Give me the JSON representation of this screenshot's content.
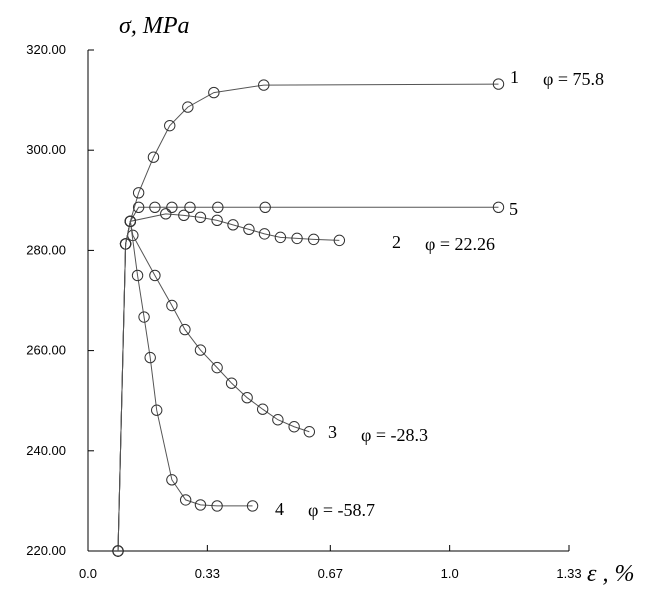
{
  "chart_data": {
    "type": "line",
    "ylabel": "σ, MPa",
    "xlabel": "ε , %",
    "xlim": [
      0.0,
      1.33
    ],
    "ylim": [
      220,
      320
    ],
    "xticks": [
      "0.0",
      "0.33",
      "0.67",
      "1.0",
      "1.33"
    ],
    "xtick_values": [
      0.0,
      0.33,
      0.67,
      1.0,
      1.33
    ],
    "yticks": [
      "220.00",
      "240.00",
      "260.00",
      "280.00",
      "300.00",
      "320.00"
    ],
    "ytick_values": [
      220,
      240,
      260,
      280,
      300,
      320
    ],
    "grid": false,
    "series": [
      {
        "label": "1",
        "phi": "φ = 75.8",
        "points": [
          [
            0.083,
            220
          ],
          [
            0.104,
            281.3
          ],
          [
            0.117,
            285.8
          ],
          [
            0.14,
            291.5
          ],
          [
            0.181,
            298.6
          ],
          [
            0.226,
            304.9
          ],
          [
            0.276,
            308.6
          ],
          [
            0.348,
            311.5
          ],
          [
            0.486,
            313
          ],
          [
            1.135,
            313.2
          ]
        ]
      },
      {
        "label": "2",
        "phi": "φ = 22.26",
        "points": [
          [
            0.083,
            220
          ],
          [
            0.104,
            281.3
          ],
          [
            0.117,
            285.8
          ],
          [
            0.215,
            287.3
          ],
          [
            0.265,
            287
          ],
          [
            0.311,
            286.6
          ],
          [
            0.357,
            286
          ],
          [
            0.401,
            285.1
          ],
          [
            0.445,
            284.2
          ],
          [
            0.488,
            283.3
          ],
          [
            0.532,
            282.6
          ],
          [
            0.578,
            282.4
          ],
          [
            0.624,
            282.2
          ],
          [
            0.695,
            282
          ]
        ]
      },
      {
        "label": "3",
        "phi": "φ = -28.3",
        "points": [
          [
            0.083,
            220
          ],
          [
            0.104,
            281.3
          ],
          [
            0.117,
            285.8
          ],
          [
            0.124,
            283
          ],
          [
            0.185,
            275
          ],
          [
            0.232,
            269
          ],
          [
            0.268,
            264.2
          ],
          [
            0.311,
            260.1
          ],
          [
            0.357,
            256.6
          ],
          [
            0.397,
            253.5
          ],
          [
            0.44,
            250.6
          ],
          [
            0.483,
            248.3
          ],
          [
            0.525,
            246.2
          ],
          [
            0.57,
            244.8
          ],
          [
            0.612,
            243.8
          ]
        ]
      },
      {
        "label": "4",
        "phi": "φ = -58.7",
        "points": [
          [
            0.083,
            220
          ],
          [
            0.104,
            281.3
          ],
          [
            0.117,
            285.8
          ],
          [
            0.137,
            275
          ],
          [
            0.155,
            266.7
          ],
          [
            0.172,
            258.6
          ],
          [
            0.19,
            248.1
          ],
          [
            0.232,
            234.2
          ],
          [
            0.27,
            230.2
          ],
          [
            0.311,
            229.2
          ],
          [
            0.357,
            229
          ],
          [
            0.455,
            229
          ]
        ]
      },
      {
        "label": "5",
        "points": [
          [
            0.083,
            220
          ],
          [
            0.104,
            281.3
          ],
          [
            0.117,
            285.8
          ],
          [
            0.14,
            288.6
          ],
          [
            0.185,
            288.6
          ],
          [
            0.232,
            288.6
          ],
          [
            0.282,
            288.6
          ],
          [
            0.359,
            288.6
          ],
          [
            0.49,
            288.6
          ],
          [
            1.135,
            288.6
          ]
        ]
      }
    ]
  }
}
